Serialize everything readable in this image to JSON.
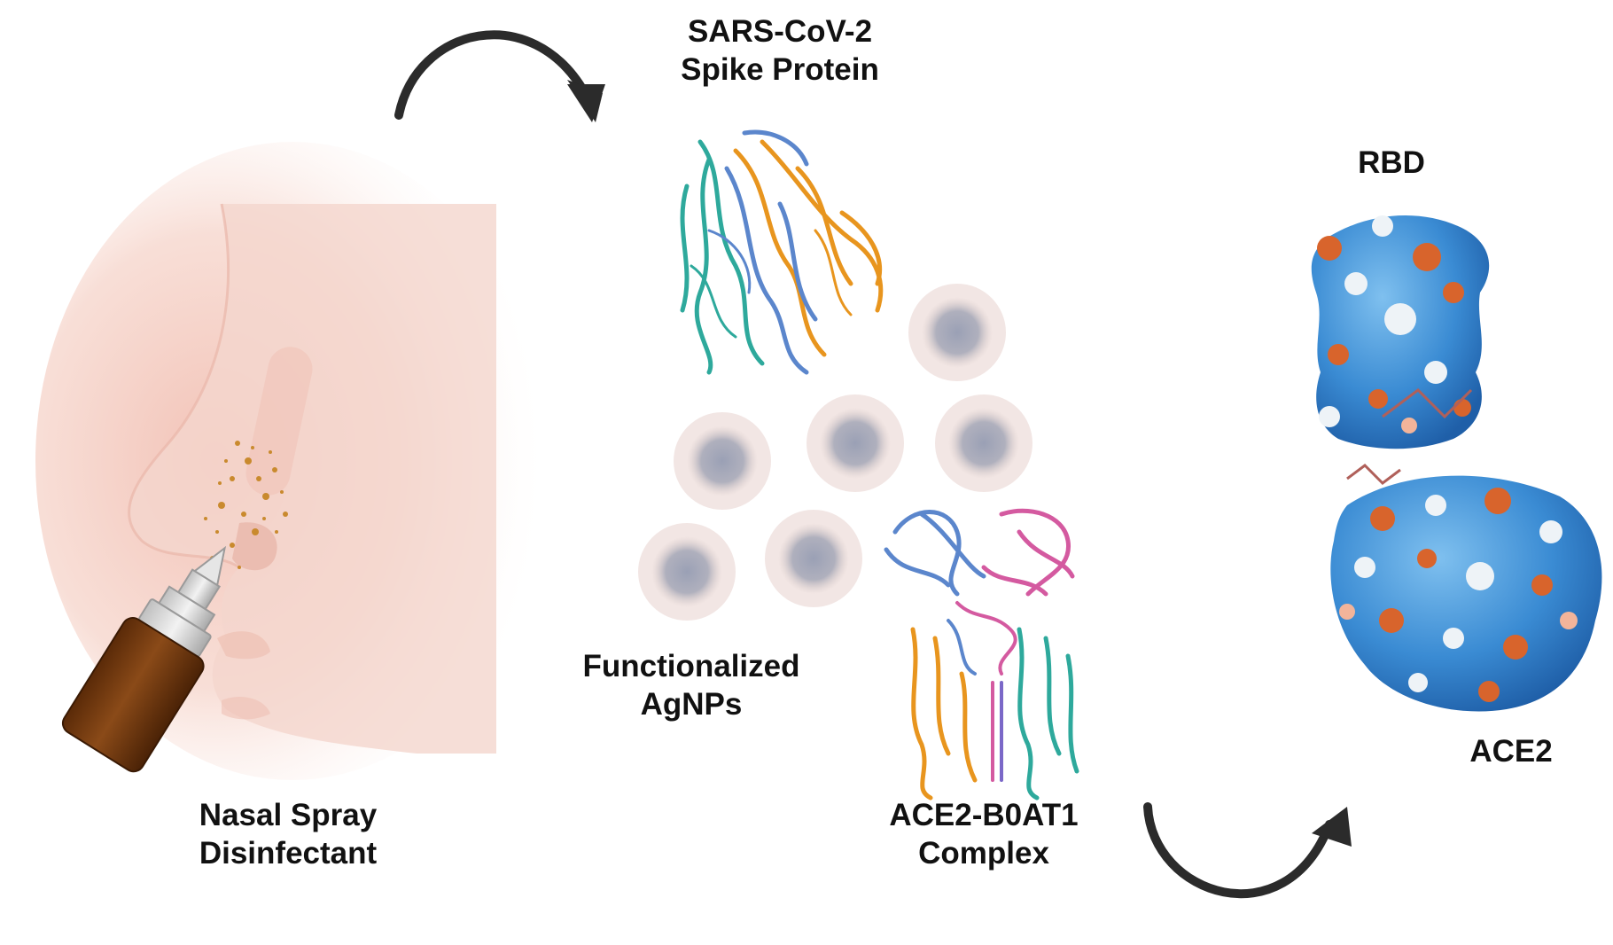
{
  "labels": {
    "spike": {
      "line1": "SARS-CoV-2",
      "line2": "Spike Protein"
    },
    "rbd": "RBD",
    "agnps": {
      "line1": "Functionalized",
      "line2": "AgNPs"
    },
    "ace2": "ACE2",
    "spray": {
      "line1": "Nasal Spray",
      "line2": "Disinfectant"
    },
    "complex": {
      "line1": "ACE2-B0AT1",
      "line2": "Complex"
    }
  },
  "colors": {
    "arrow": "#2b2b2b",
    "skin": "#f3c9bf",
    "bottle": "#7a3d12",
    "droplets": "#c98a2e",
    "ribbon_orange": "#e8951e",
    "ribbon_teal": "#2ea99c",
    "ribbon_blue": "#5b86cc",
    "ribbon_pink": "#d45aa0",
    "surface_blue": "#3d8fd6",
    "surface_orange": "#d8642c",
    "surface_white": "#eef3f7",
    "nanoparticle": "#8f93a6"
  },
  "icons": [
    "nose-illustration",
    "spray-bottle-icon",
    "curved-arrow-icon"
  ]
}
